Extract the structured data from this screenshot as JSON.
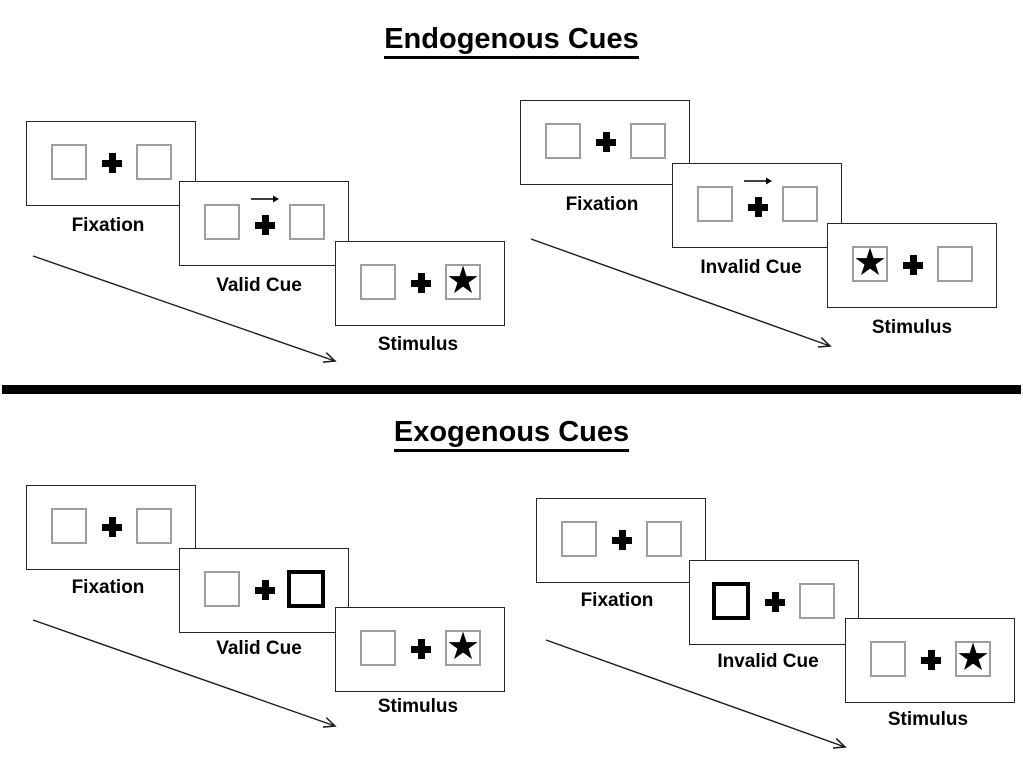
{
  "glyphs": {
    "star": "★"
  },
  "colors": {
    "background": "#ffffff",
    "ink": "#000000",
    "panel_border": "#262626",
    "square_border": "#9e9e9e",
    "thick_cue_border": "#000000"
  },
  "sections": [
    {
      "title": "Endogenous Cues",
      "groups": [
        {
          "name": "endogenous-valid",
          "panels": [
            {
              "label": "Fixation"
            },
            {
              "label": "Valid Cue",
              "cue": "central-arrow-right"
            },
            {
              "label": "Stimulus",
              "star_side": "right"
            }
          ]
        },
        {
          "name": "endogenous-invalid",
          "panels": [
            {
              "label": "Fixation"
            },
            {
              "label": "Invalid Cue",
              "cue": "central-arrow-right"
            },
            {
              "label": "Stimulus",
              "star_side": "left"
            }
          ]
        }
      ]
    },
    {
      "title": "Exogenous Cues",
      "groups": [
        {
          "name": "exogenous-valid",
          "panels": [
            {
              "label": "Fixation"
            },
            {
              "label": "Valid Cue",
              "cue": "thick-box-right"
            },
            {
              "label": "Stimulus",
              "star_side": "right"
            }
          ]
        },
        {
          "name": "exogenous-invalid",
          "panels": [
            {
              "label": "Fixation"
            },
            {
              "label": "Invalid Cue",
              "cue": "thick-box-left"
            },
            {
              "label": "Stimulus",
              "star_side": "right"
            }
          ]
        }
      ]
    }
  ]
}
